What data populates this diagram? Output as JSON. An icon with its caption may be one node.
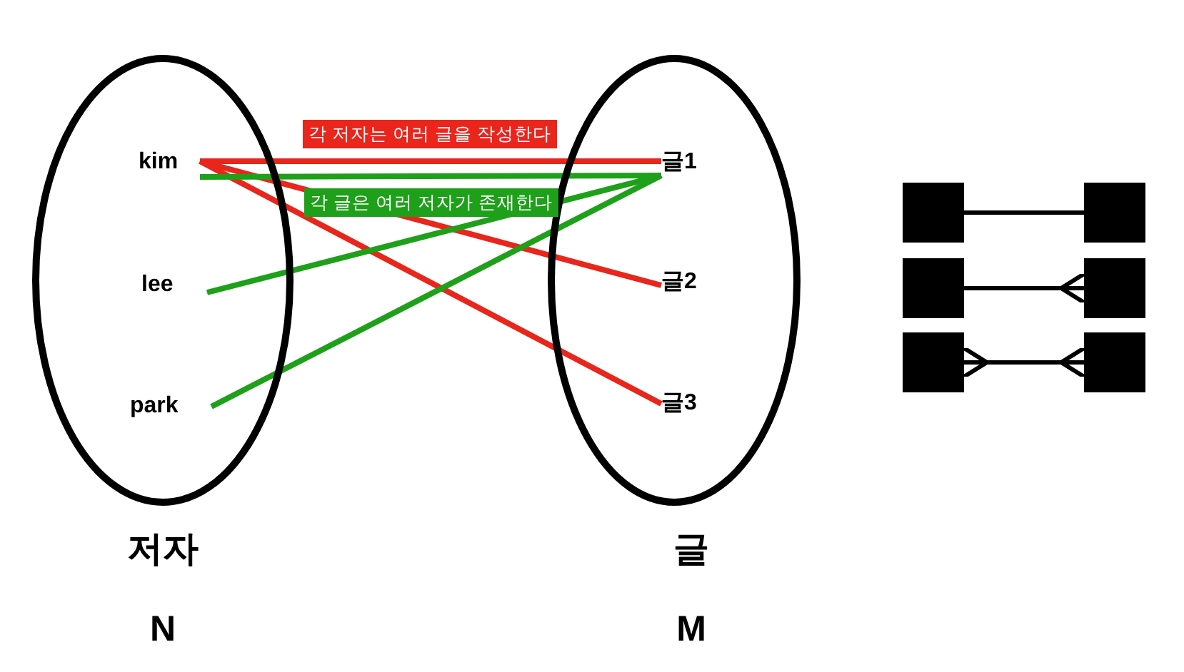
{
  "diagram": {
    "nodes": [
      {
        "text": [
          "저자"
        ],
        "beside": [
          "N"
        ]
      },
      {
        "text": [
          "kim"
        ],
        "in": 0
      },
      {
        "text": [
          "lee"
        ],
        "in": 0
      },
      {
        "text": [
          "park"
        ],
        "in": 0
      },
      {
        "text": [
          "글"
        ],
        "beside": [
          "M"
        ]
      },
      {
        "text": [
          "글1"
        ],
        "in": 4
      },
      {
        "text": [
          "글2"
        ],
        "in": 4
      },
      {
        "text": [
          "글3"
        ],
        "in": 4
      },
      {
        "text": [],
        "shape": "box"
      },
      {
        "text": [],
        "shape": "box"
      },
      {
        "text": [],
        "shape": "box"
      },
      {
        "text": [],
        "shape": "box"
      },
      {
        "text": [],
        "shape": "box"
      },
      {
        "text": [],
        "shape": "box"
      }
    ],
    "edges": [
      {
        "from": 1,
        "to": 5,
        "arrow": "none",
        "color": "#e8261c",
        "label": "각 저자는 여러 글을 작성한다"
      },
      {
        "from": 1,
        "to": 6,
        "arrow": "none",
        "color": "#e8261c"
      },
      {
        "from": 1,
        "to": 7,
        "arrow": "none",
        "color": "#e8261c"
      },
      {
        "from": 1,
        "to": 5,
        "arrow": "none",
        "color": "#1fa01a",
        "label": "각 글은 여러 저자가 존재한다"
      },
      {
        "from": 2,
        "to": 5,
        "arrow": "none",
        "color": "#1fa01a"
      },
      {
        "from": 3,
        "to": 5,
        "arrow": "none",
        "color": "#1fa01a"
      },
      {
        "from": 8,
        "to": 9,
        "arrow": "none",
        "color": "#000000"
      },
      {
        "from": 10,
        "to": 11,
        "arrow": "other",
        "color": "#000000"
      },
      {
        "from": 12,
        "to": 13,
        "arrow": "other",
        "color": "#000000"
      }
    ]
  }
}
